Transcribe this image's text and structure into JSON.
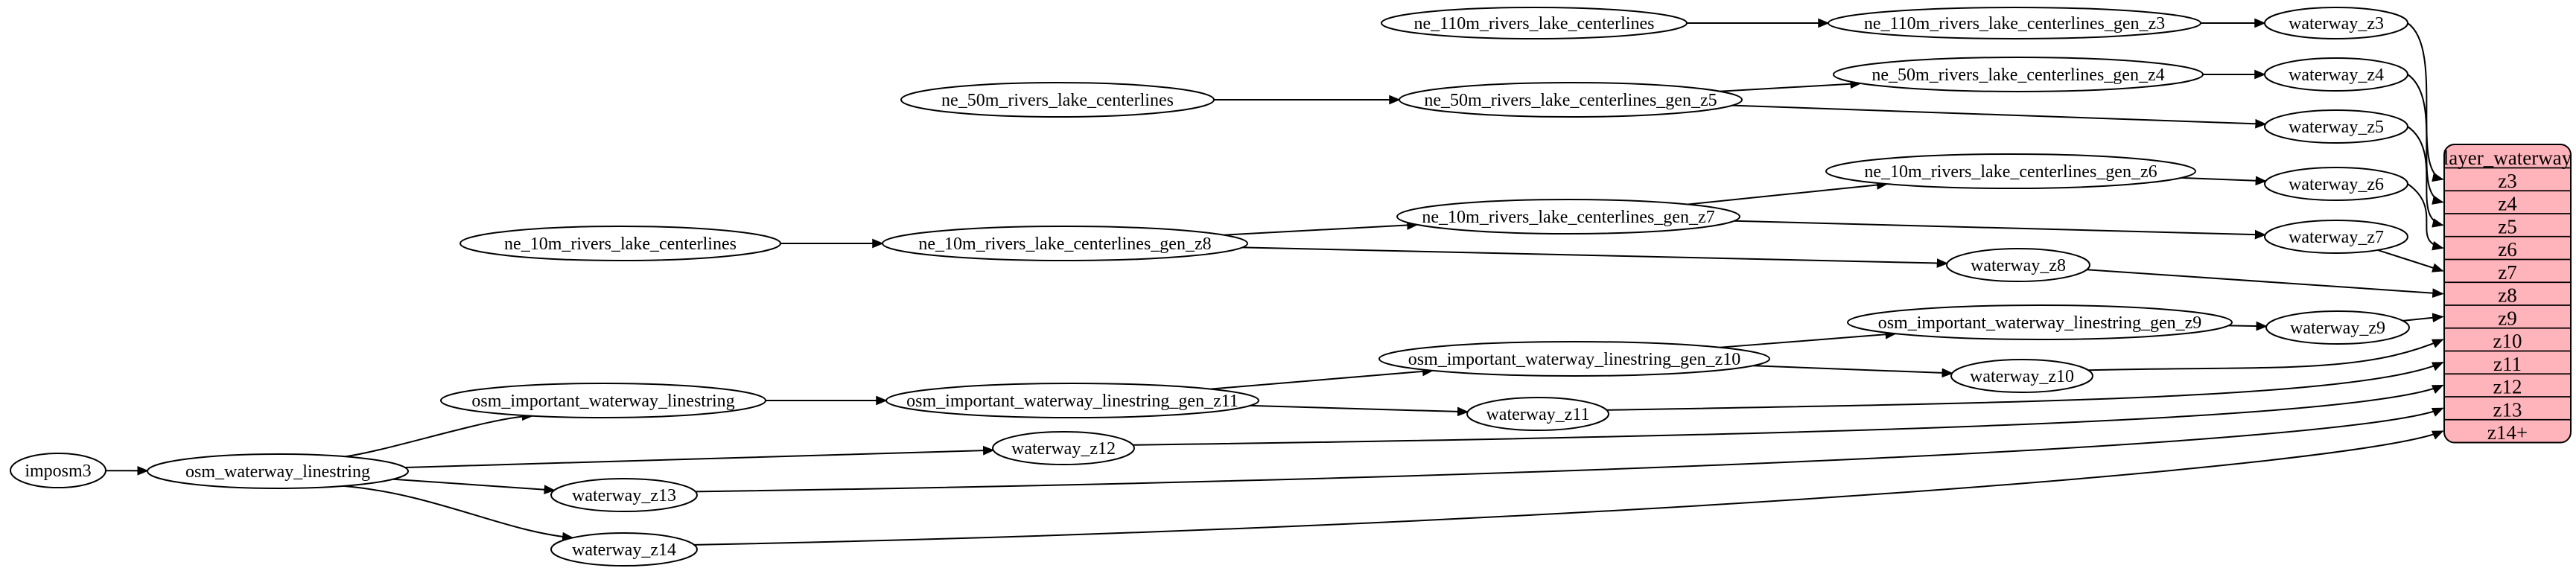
{
  "diagram": {
    "kind": "etl-dependency-graph",
    "background": "#ffffff"
  },
  "colors": {
    "node_fill": "#ffffff",
    "node_stroke": "#000000",
    "edge": "#000000",
    "record_fill": "#ffb3ba",
    "record_stroke": "#000000"
  },
  "nodes": [
    {
      "id": "imposm3",
      "label": "imposm3"
    },
    {
      "id": "osm_waterway_linestring",
      "label": "osm_waterway_linestring"
    },
    {
      "id": "osm_important_waterway_linestring",
      "label": "osm_important_waterway_linestring"
    },
    {
      "id": "osm_important_waterway_linestring_gen_z11",
      "label": "osm_important_waterway_linestring_gen_z11"
    },
    {
      "id": "osm_important_waterway_linestring_gen_z10",
      "label": "osm_important_waterway_linestring_gen_z10"
    },
    {
      "id": "osm_important_waterway_linestring_gen_z9",
      "label": "osm_important_waterway_linestring_gen_z9"
    },
    {
      "id": "ne_110m_rivers_lake_centerlines",
      "label": "ne_110m_rivers_lake_centerlines"
    },
    {
      "id": "ne_110m_rivers_lake_centerlines_gen_z3",
      "label": "ne_110m_rivers_lake_centerlines_gen_z3"
    },
    {
      "id": "ne_50m_rivers_lake_centerlines",
      "label": "ne_50m_rivers_lake_centerlines"
    },
    {
      "id": "ne_50m_rivers_lake_centerlines_gen_z5",
      "label": "ne_50m_rivers_lake_centerlines_gen_z5"
    },
    {
      "id": "ne_50m_rivers_lake_centerlines_gen_z4",
      "label": "ne_50m_rivers_lake_centerlines_gen_z4"
    },
    {
      "id": "ne_10m_rivers_lake_centerlines",
      "label": "ne_10m_rivers_lake_centerlines"
    },
    {
      "id": "ne_10m_rivers_lake_centerlines_gen_z8",
      "label": "ne_10m_rivers_lake_centerlines_gen_z8"
    },
    {
      "id": "ne_10m_rivers_lake_centerlines_gen_z7",
      "label": "ne_10m_rivers_lake_centerlines_gen_z7"
    },
    {
      "id": "ne_10m_rivers_lake_centerlines_gen_z6",
      "label": "ne_10m_rivers_lake_centerlines_gen_z6"
    },
    {
      "id": "waterway_z3",
      "label": "waterway_z3"
    },
    {
      "id": "waterway_z4",
      "label": "waterway_z4"
    },
    {
      "id": "waterway_z5",
      "label": "waterway_z5"
    },
    {
      "id": "waterway_z6",
      "label": "waterway_z6"
    },
    {
      "id": "waterway_z7",
      "label": "waterway_z7"
    },
    {
      "id": "waterway_z8",
      "label": "waterway_z8"
    },
    {
      "id": "waterway_z9",
      "label": "waterway_z9"
    },
    {
      "id": "waterway_z10",
      "label": "waterway_z10"
    },
    {
      "id": "waterway_z11",
      "label": "waterway_z11"
    },
    {
      "id": "waterway_z12",
      "label": "waterway_z12"
    },
    {
      "id": "waterway_z13",
      "label": "waterway_z13"
    },
    {
      "id": "waterway_z14",
      "label": "waterway_z14"
    }
  ],
  "record": {
    "id": "layer_waterway",
    "title": "layer_waterway",
    "rows": [
      "z3",
      "z4",
      "z5",
      "z6",
      "z7",
      "z8",
      "z9",
      "z10",
      "z11",
      "z12",
      "z13",
      "z14+"
    ]
  },
  "edges": [
    {
      "from": "imposm3",
      "to": "osm_waterway_linestring"
    },
    {
      "from": "osm_waterway_linestring",
      "to": "osm_important_waterway_linestring"
    },
    {
      "from": "osm_waterway_linestring",
      "to": "waterway_z12"
    },
    {
      "from": "osm_waterway_linestring",
      "to": "waterway_z13"
    },
    {
      "from": "osm_waterway_linestring",
      "to": "waterway_z14"
    },
    {
      "from": "osm_important_waterway_linestring",
      "to": "osm_important_waterway_linestring_gen_z11"
    },
    {
      "from": "osm_important_waterway_linestring_gen_z11",
      "to": "osm_important_waterway_linestring_gen_z10"
    },
    {
      "from": "osm_important_waterway_linestring_gen_z11",
      "to": "waterway_z11"
    },
    {
      "from": "osm_important_waterway_linestring_gen_z10",
      "to": "osm_important_waterway_linestring_gen_z9"
    },
    {
      "from": "osm_important_waterway_linestring_gen_z10",
      "to": "waterway_z10"
    },
    {
      "from": "osm_important_waterway_linestring_gen_z9",
      "to": "waterway_z9"
    },
    {
      "from": "ne_110m_rivers_lake_centerlines",
      "to": "ne_110m_rivers_lake_centerlines_gen_z3"
    },
    {
      "from": "ne_110m_rivers_lake_centerlines_gen_z3",
      "to": "waterway_z3"
    },
    {
      "from": "ne_50m_rivers_lake_centerlines",
      "to": "ne_50m_rivers_lake_centerlines_gen_z5"
    },
    {
      "from": "ne_50m_rivers_lake_centerlines_gen_z5",
      "to": "ne_50m_rivers_lake_centerlines_gen_z4"
    },
    {
      "from": "ne_50m_rivers_lake_centerlines_gen_z5",
      "to": "waterway_z5"
    },
    {
      "from": "ne_50m_rivers_lake_centerlines_gen_z4",
      "to": "waterway_z4"
    },
    {
      "from": "ne_10m_rivers_lake_centerlines",
      "to": "ne_10m_rivers_lake_centerlines_gen_z8"
    },
    {
      "from": "ne_10m_rivers_lake_centerlines_gen_z8",
      "to": "ne_10m_rivers_lake_centerlines_gen_z7"
    },
    {
      "from": "ne_10m_rivers_lake_centerlines_gen_z8",
      "to": "waterway_z8"
    },
    {
      "from": "ne_10m_rivers_lake_centerlines_gen_z7",
      "to": "ne_10m_rivers_lake_centerlines_gen_z6"
    },
    {
      "from": "ne_10m_rivers_lake_centerlines_gen_z7",
      "to": "waterway_z7"
    },
    {
      "from": "ne_10m_rivers_lake_centerlines_gen_z6",
      "to": "waterway_z6"
    },
    {
      "from": "waterway_z3",
      "to": "layer_waterway.z3"
    },
    {
      "from": "waterway_z4",
      "to": "layer_waterway.z4"
    },
    {
      "from": "waterway_z5",
      "to": "layer_waterway.z5"
    },
    {
      "from": "waterway_z6",
      "to": "layer_waterway.z6"
    },
    {
      "from": "waterway_z7",
      "to": "layer_waterway.z7"
    },
    {
      "from": "waterway_z8",
      "to": "layer_waterway.z8"
    },
    {
      "from": "waterway_z9",
      "to": "layer_waterway.z9"
    },
    {
      "from": "waterway_z10",
      "to": "layer_waterway.z10"
    },
    {
      "from": "waterway_z11",
      "to": "layer_waterway.z11"
    },
    {
      "from": "waterway_z12",
      "to": "layer_waterway.z12"
    },
    {
      "from": "waterway_z13",
      "to": "layer_waterway.z13"
    },
    {
      "from": "waterway_z14",
      "to": "layer_waterway.z14+"
    }
  ]
}
